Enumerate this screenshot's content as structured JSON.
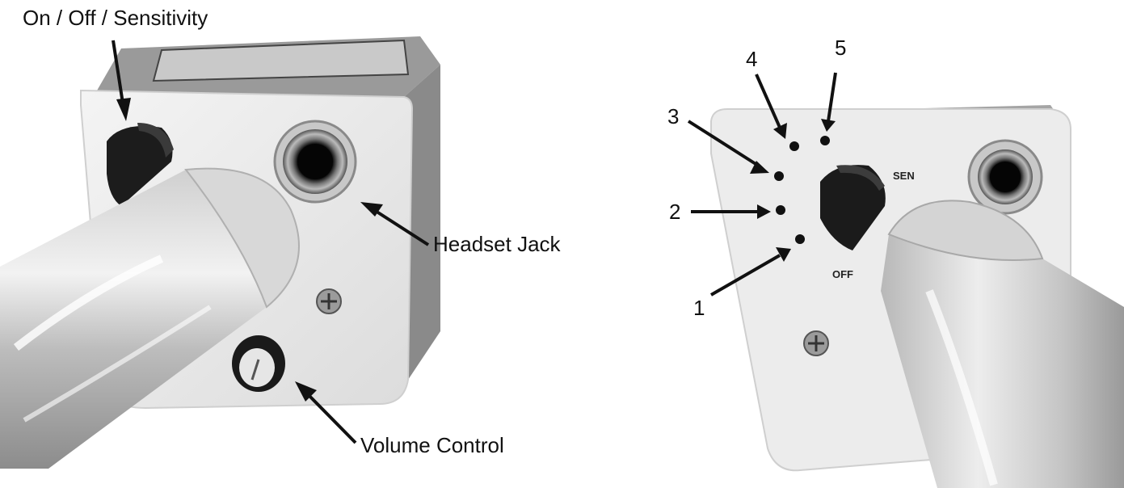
{
  "left_photo": {
    "callouts": {
      "power_knob": "On / Off / Sensitivity",
      "headset_jack": "Headset Jack",
      "volume_control": "Volume Control"
    }
  },
  "right_photo": {
    "panel_text": {
      "sen": "SEN",
      "off": "OFF"
    },
    "positions": [
      "1",
      "2",
      "3",
      "4",
      "5"
    ]
  }
}
